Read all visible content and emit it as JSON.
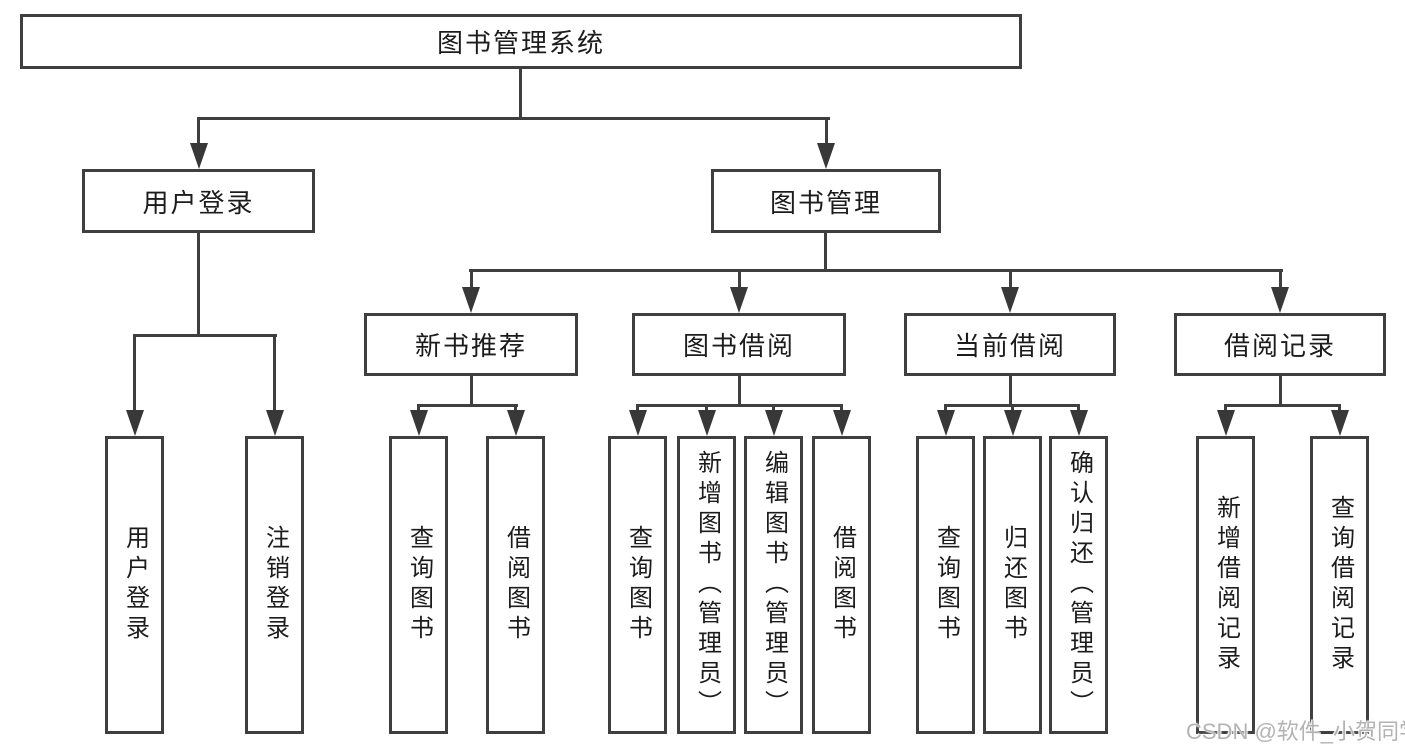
{
  "diagram": {
    "root": {
      "label": "图书管理系统"
    },
    "branches": [
      {
        "label": "用户登录",
        "children": [
          "用户登录",
          "注销登录"
        ]
      },
      {
        "label": "图书管理",
        "sections": [
          {
            "label": "新书推荐",
            "children": [
              "查询图书",
              "借阅图书"
            ]
          },
          {
            "label": "图书借阅",
            "children": [
              "查询图书",
              "新增图书（管理员）",
              "编辑图书（管理员）",
              "借阅图书"
            ]
          },
          {
            "label": "当前借阅",
            "children": [
              "查询图书",
              "归还图书",
              "确认归还（管理员）"
            ]
          },
          {
            "label": "借阅记录",
            "children": [
              "新增借阅记录",
              "查询借阅记录"
            ]
          }
        ]
      }
    ]
  },
  "watermark": {
    "text": "CSDN @软件_小贺同学"
  },
  "colors": {
    "line": "#3f3f3f",
    "text": "#1c1c1c",
    "watermark": "#b3b3b3",
    "background": "#ffffff"
  }
}
